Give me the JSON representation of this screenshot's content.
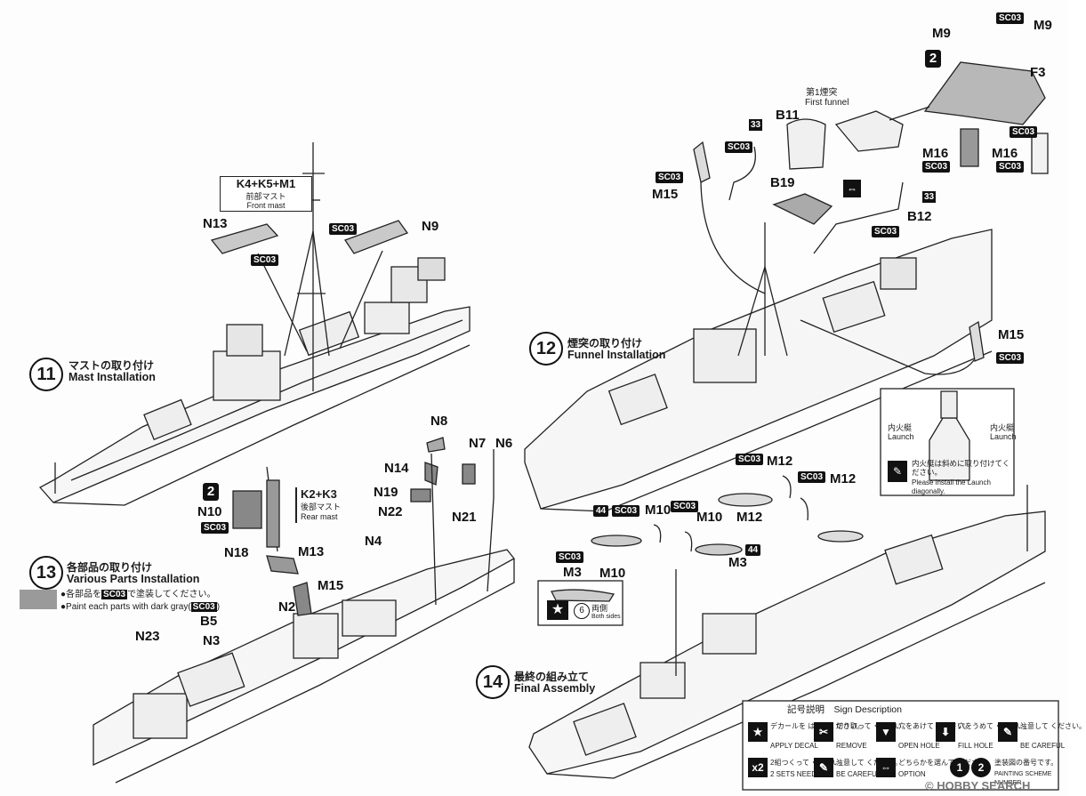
{
  "steps": {
    "s11": {
      "num": "11",
      "jp": "マストの取り付け",
      "en": "Mast Installation"
    },
    "s12": {
      "num": "12",
      "jp": "煙突の取り付け",
      "en": "Funnel Installation"
    },
    "s13": {
      "num": "13",
      "jp": "各部品の取り付け",
      "en": "Various Parts Installation",
      "note_jp": "●各部品を",
      "note_jp2": "で塗装してください。",
      "note_en": "●Paint each parts with dark gray(",
      "note_en2": ")"
    },
    "s14": {
      "num": "14",
      "jp": "最終の組み立て",
      "en": "Final Assembly"
    }
  },
  "labels": {
    "front_mast_code": "K4+K5+M1",
    "front_mast_jp": "前部マスト",
    "front_mast_en": "Front mast",
    "rear_mast_code": "K2+K3",
    "rear_mast_jp": "後部マスト",
    "rear_mast_en": "Rear mast",
    "funnel_jp": "第1煙突",
    "funnel_en": "First funnel",
    "N13": "N13",
    "N9": "N9",
    "B11": "B11",
    "B19": "B19",
    "B12": "B12",
    "M15": "M15",
    "M9": "M9",
    "F3": "F3",
    "M16": "M16",
    "N8": "N8",
    "N7": "N7",
    "N6": "N6",
    "N14": "N14",
    "N19": "N19",
    "N22": "N22",
    "N21": "N21",
    "N4": "N4",
    "N10": "N10",
    "N18": "N18",
    "M13": "M13",
    "N2": "N2",
    "B5": "B5",
    "N3": "N3",
    "N23": "N23",
    "M12": "M12",
    "M10": "M10",
    "M3": "M3"
  },
  "badges": {
    "sc03": "SC03",
    "n33": "33",
    "n44": "44",
    "two": "2"
  },
  "launch_box": {
    "left_jp": "内火艇",
    "left_en": "Launch",
    "right_jp": "内火艇",
    "right_en": "Launch",
    "note_jp": "内火艇は斜めに取り付けてください。",
    "note_en": "Please install the Launch diagonally."
  },
  "both_sides": {
    "num": "6",
    "jp": "両側",
    "en": "Both sides"
  },
  "legend": {
    "title": "記号説明　Sign Description",
    "items": [
      {
        "jp": "デカールを はってください。",
        "en": "APPLY DECAL",
        "icon": "star-icon"
      },
      {
        "jp": "切り取って ください。",
        "en": "REMOVE",
        "icon": "cut-icon"
      },
      {
        "jp": "穴をあけて ください。",
        "en": "OPEN HOLE",
        "icon": "drill-icon"
      },
      {
        "jp": "穴をうめて ください。",
        "en": "FILL HOLE",
        "icon": "fill-icon"
      },
      {
        "jp": "注意して ください。",
        "en": "BE CAREFUL",
        "icon": "caution-icon"
      },
      {
        "jp": "2組つくって ください。",
        "en": "2 SETS NEEDED",
        "icon": "x2-icon"
      },
      {
        "jp": "注意して ください。",
        "en": "BE CAREFUL",
        "icon": "caution-icon"
      },
      {
        "jp": "どちらかを選んで ください。",
        "en": "OPTION",
        "icon": "option-icon"
      },
      {
        "jp": "塗装図の番号です。",
        "en": "PAINTING SCHEME NUMBER",
        "icon": "scheme-number-icon"
      }
    ],
    "x2": "x2"
  },
  "watermark": "© HOBBY SEARCH",
  "colors": {
    "ink": "#111111",
    "hull": "#f4f4f4",
    "gray": "#9a9a9a",
    "sc03": "#111111"
  }
}
